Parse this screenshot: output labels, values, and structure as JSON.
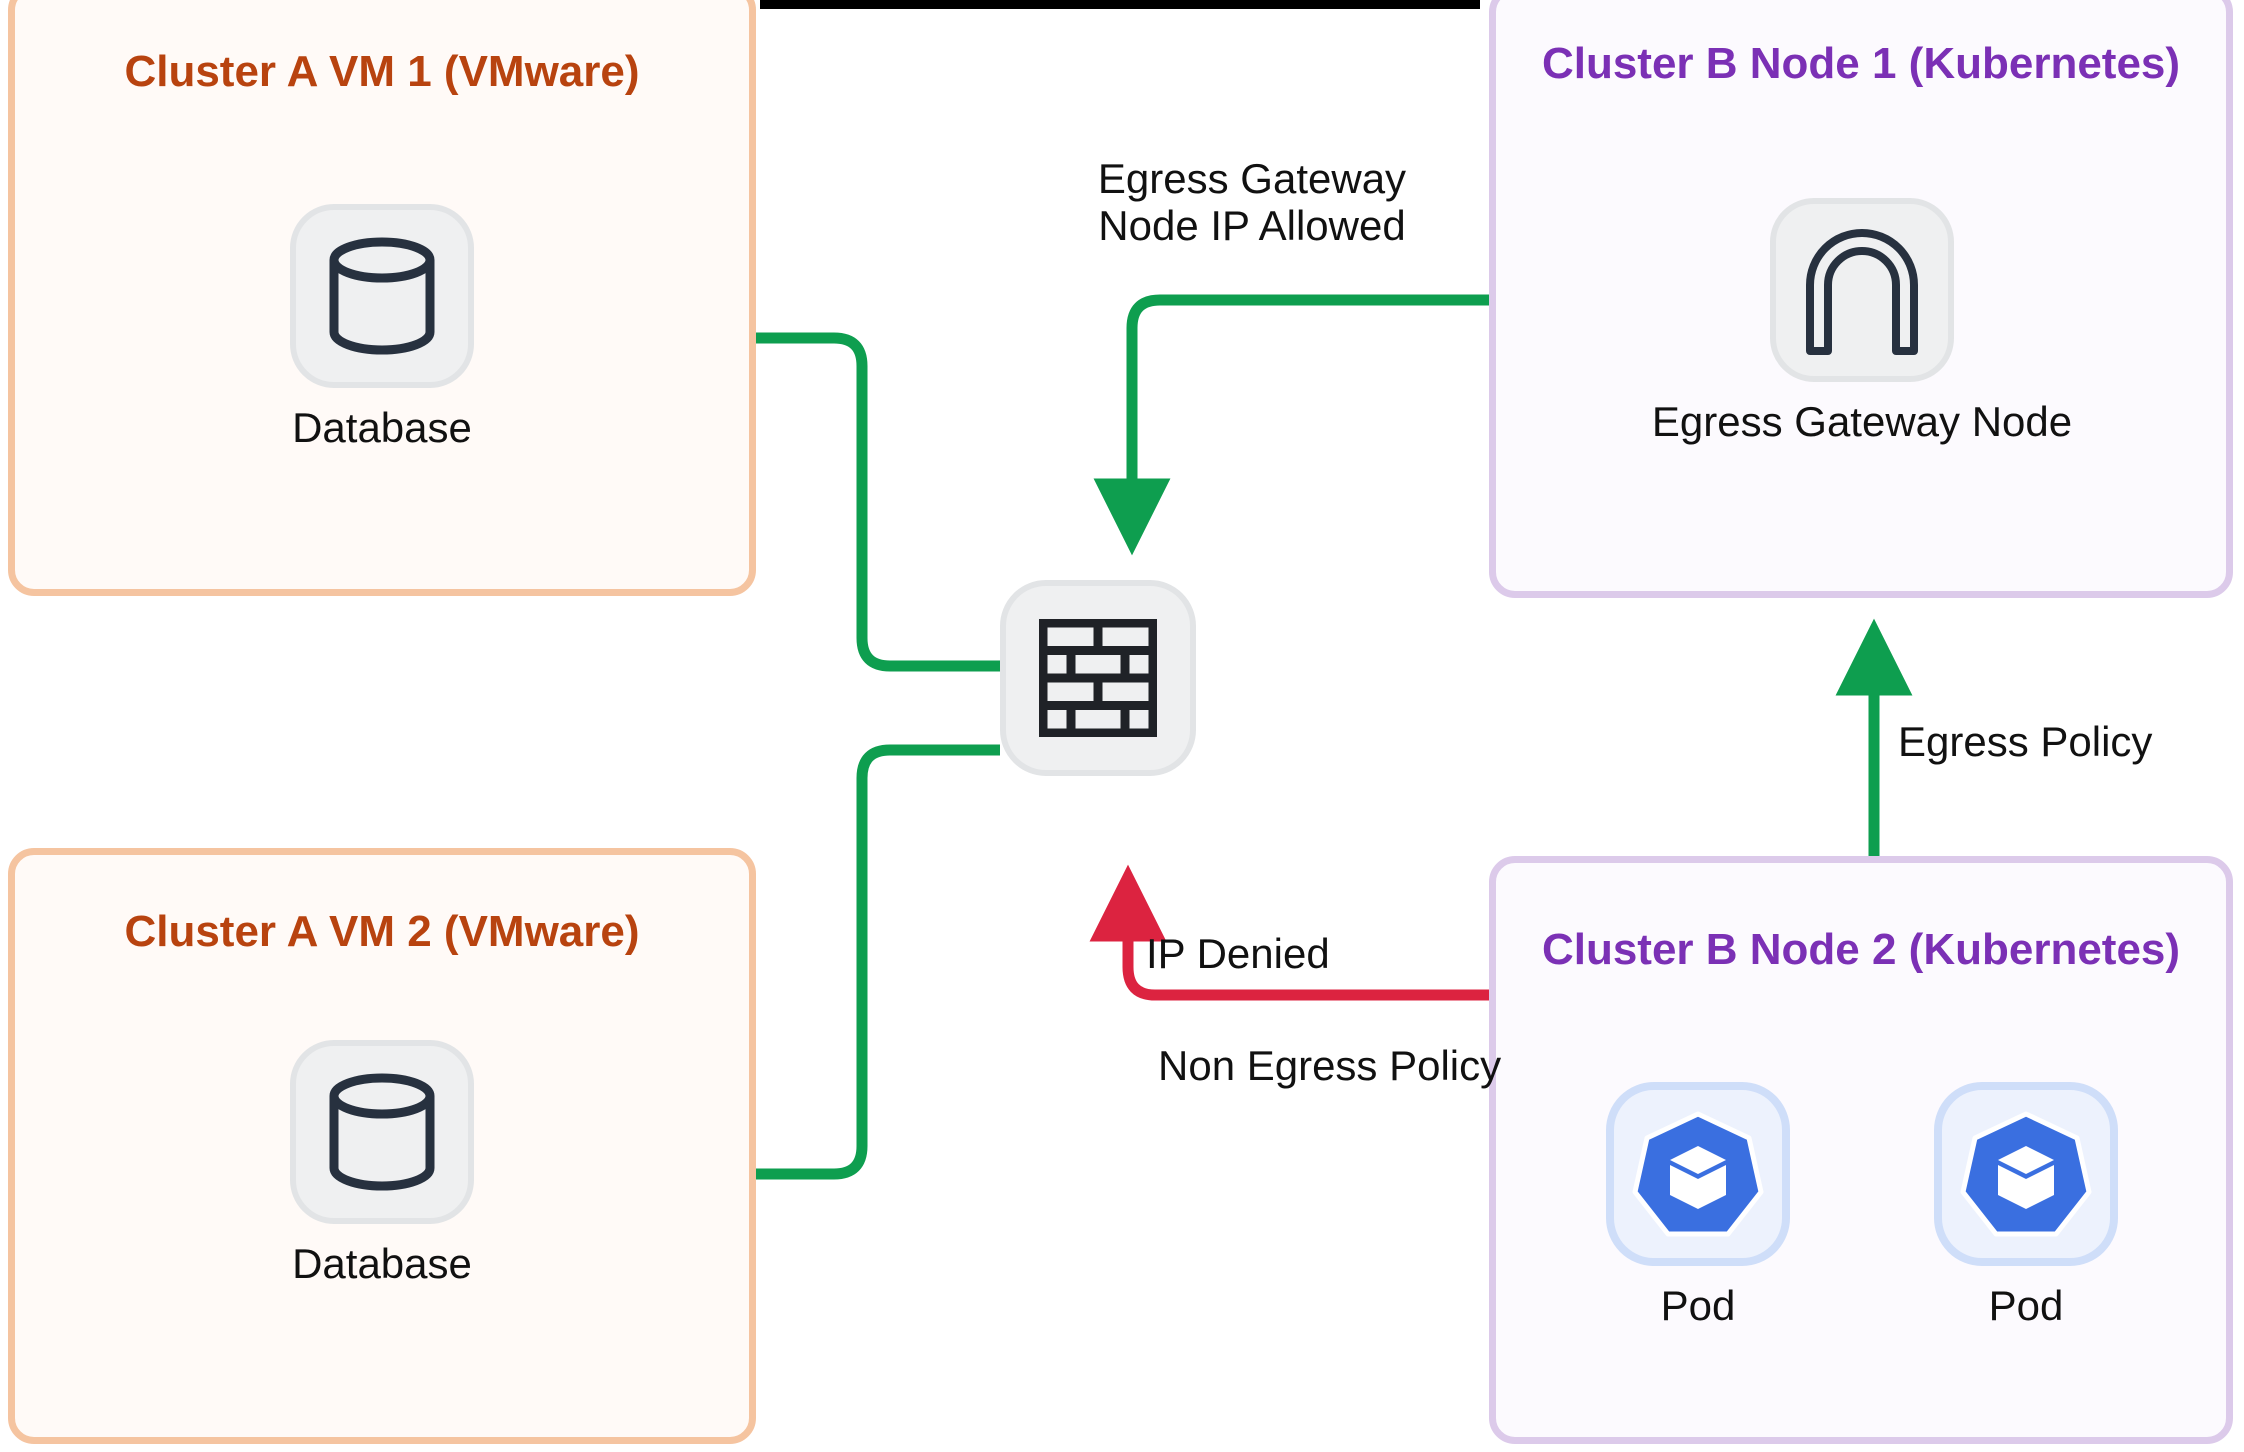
{
  "diagram": {
    "title": "Egress gateway network policy diagram",
    "colors": {
      "vmware_border": "#F5C4A0",
      "vmware_fill": "#FFFAF7",
      "vmware_title": "#B8430F",
      "k8s_border": "#DCCAEA",
      "k8s_fill": "#FCFAFE",
      "k8s_title": "#7B30B5",
      "allowed_flow": "#0E9E4F",
      "denied_flow": "#DC2340",
      "icon_tile": "#EFF0F1",
      "pod_tile": "#EDF2FD",
      "kubernetes_blue": "#3A6FE0",
      "icon_stroke": "#27313F"
    }
  },
  "groups": [
    {
      "id": "cluster-a-vm-1",
      "title": "Cluster A VM 1 (VMware)",
      "kind": "vmware",
      "nodes": [
        {
          "id": "database-1",
          "caption": "Database",
          "icon": "database-icon"
        }
      ]
    },
    {
      "id": "cluster-a-vm-2",
      "title": "Cluster A VM 2 (VMware)",
      "kind": "vmware",
      "nodes": [
        {
          "id": "database-2",
          "caption": "Database",
          "icon": "database-icon"
        }
      ]
    },
    {
      "id": "cluster-b-node-1",
      "title": "Cluster B Node 1 (Kubernetes)",
      "kind": "kubernetes",
      "nodes": [
        {
          "id": "egress-gateway-node",
          "caption": "Egress Gateway Node",
          "icon": "gateway-arch-icon"
        }
      ]
    },
    {
      "id": "cluster-b-node-2",
      "title": "Cluster B Node 2 (Kubernetes)",
      "kind": "kubernetes",
      "nodes": [
        {
          "id": "pod-1",
          "caption": "Pod",
          "icon": "kubernetes-pod-icon"
        },
        {
          "id": "pod-2",
          "caption": "Pod",
          "icon": "kubernetes-pod-icon"
        }
      ]
    }
  ],
  "standalone": [
    {
      "id": "firewall",
      "caption": "",
      "icon": "firewall-brick-wall-icon"
    }
  ],
  "flows": [
    {
      "id": "egress-gateway-node-ip-allowed",
      "label": "Egress Gateway Node IP Allowed",
      "label_lines": [
        "Egress Gateway",
        "Node IP Allowed"
      ],
      "from": "egress-gateway-node",
      "to": "firewall",
      "status": "allowed",
      "color": "#0E9E4F"
    },
    {
      "id": "firewall-to-database-1",
      "label": "",
      "from": "firewall",
      "to": "database-1",
      "status": "allowed",
      "color": "#0E9E4F"
    },
    {
      "id": "firewall-to-database-2",
      "label": "",
      "from": "firewall",
      "to": "database-2",
      "status": "allowed",
      "color": "#0E9E4F"
    },
    {
      "id": "ip-denied",
      "label": "IP Denied",
      "from": "pod-1",
      "to": "firewall",
      "status": "denied",
      "color": "#DC2340"
    },
    {
      "id": "non-egress-policy",
      "label": "Non Egress Policy",
      "from": "pod-1",
      "to": "firewall",
      "status": "denied",
      "color": "#DC2340"
    },
    {
      "id": "egress-policy",
      "label": "Egress Policy",
      "from": "pod-2",
      "to": "egress-gateway-node",
      "status": "allowed",
      "color": "#0E9E4F"
    }
  ]
}
